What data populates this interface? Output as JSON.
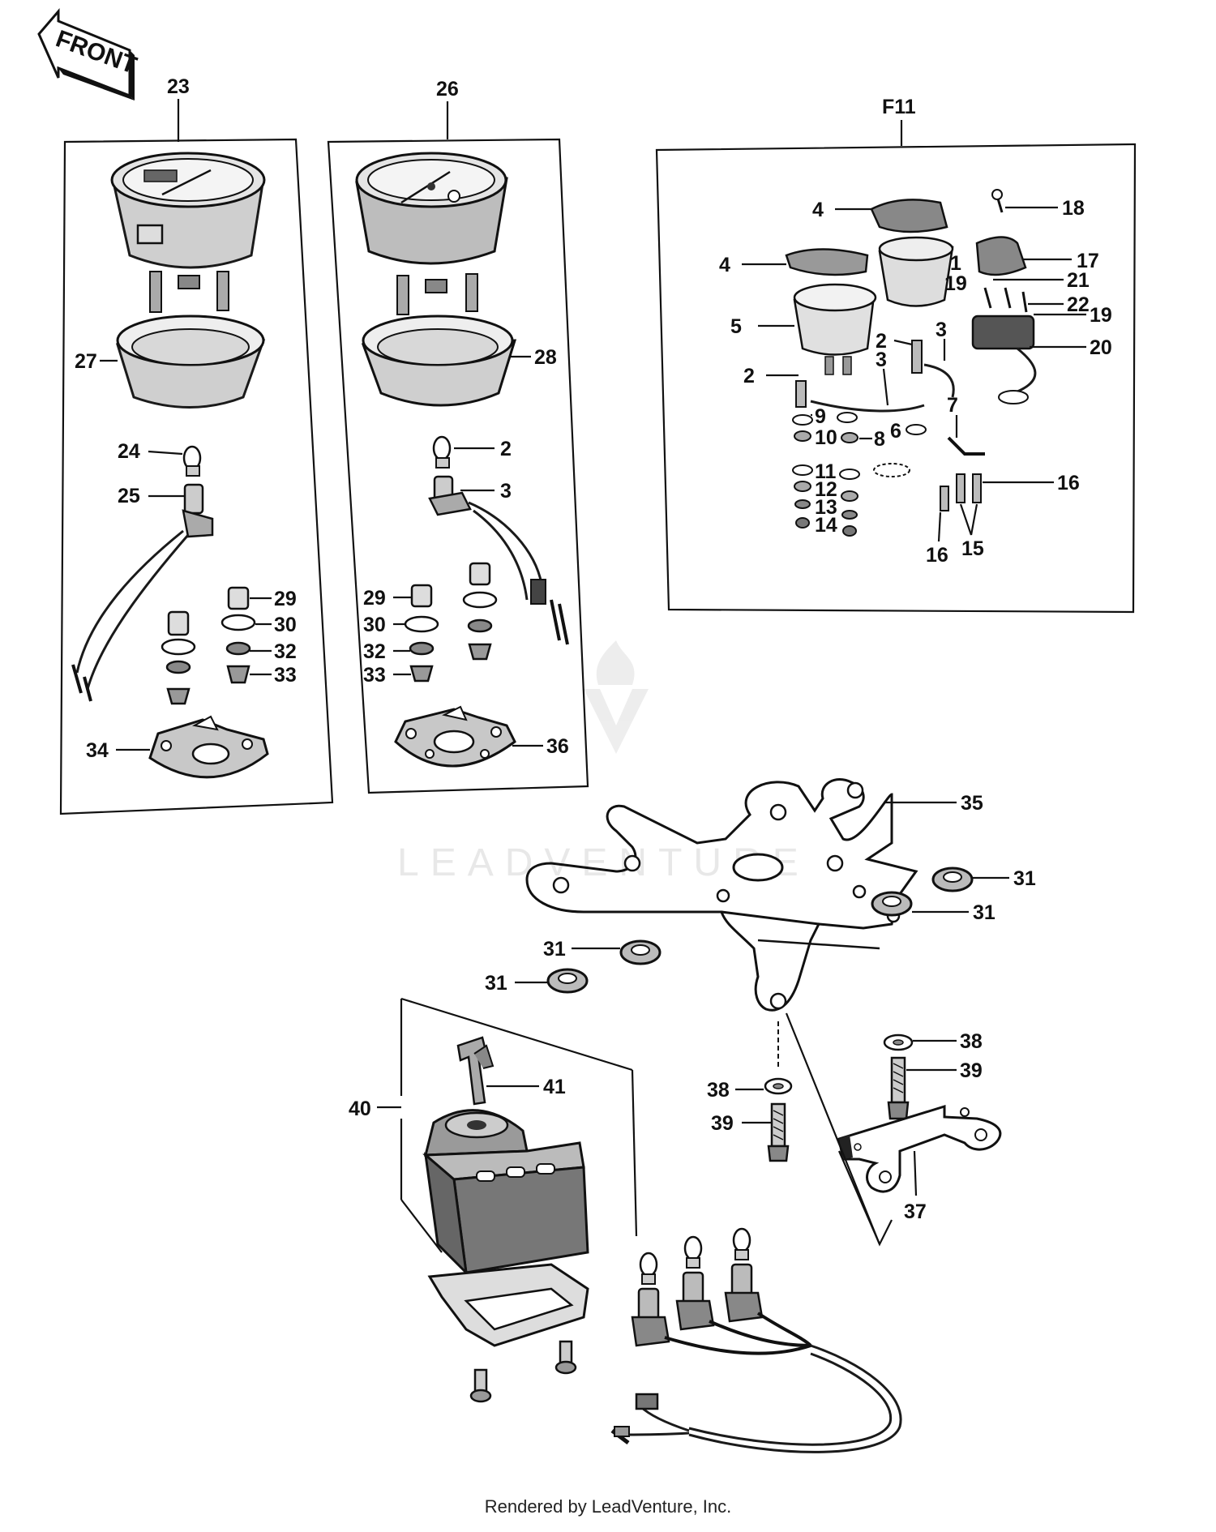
{
  "front_label": "FRONT",
  "watermark": "LEADVENTURE",
  "footer": "Rendered by LeadVenture, Inc.",
  "callouts": {
    "c23": "23",
    "c26": "26",
    "cF11": "F11",
    "c27": "27",
    "c28": "28",
    "c24": "24",
    "c25": "25",
    "c2a": "2",
    "c3a": "3",
    "c29a": "29",
    "c30a": "30",
    "c32a": "32",
    "c33a": "33",
    "c29b": "29",
    "c30b": "30",
    "c32b": "32",
    "c33b": "33",
    "c34": "34",
    "c36": "36",
    "c35": "35",
    "c31a": "31",
    "c31b": "31",
    "c31c": "31",
    "c31d": "31",
    "c38a": "38",
    "c39a": "39",
    "c38b": "38",
    "c39b": "39",
    "c37": "37",
    "c40": "40",
    "c41": "41",
    "f4a": "4",
    "f4b": "4",
    "f5": "5",
    "f2a": "2",
    "f2b": "2",
    "f3a": "3",
    "f3b": "3",
    "f1": "1",
    "f18": "18",
    "f17": "17",
    "f19a": "19",
    "f21": "21",
    "f22": "22",
    "f19b": "19",
    "f20": "20",
    "f9": "9",
    "f10": "10",
    "f8": "8",
    "f6": "6",
    "f7": "7",
    "f11": "11",
    "f12": "12",
    "f13": "13",
    "f14": "14",
    "f16a": "16",
    "f16b": "16",
    "f15": "15"
  }
}
